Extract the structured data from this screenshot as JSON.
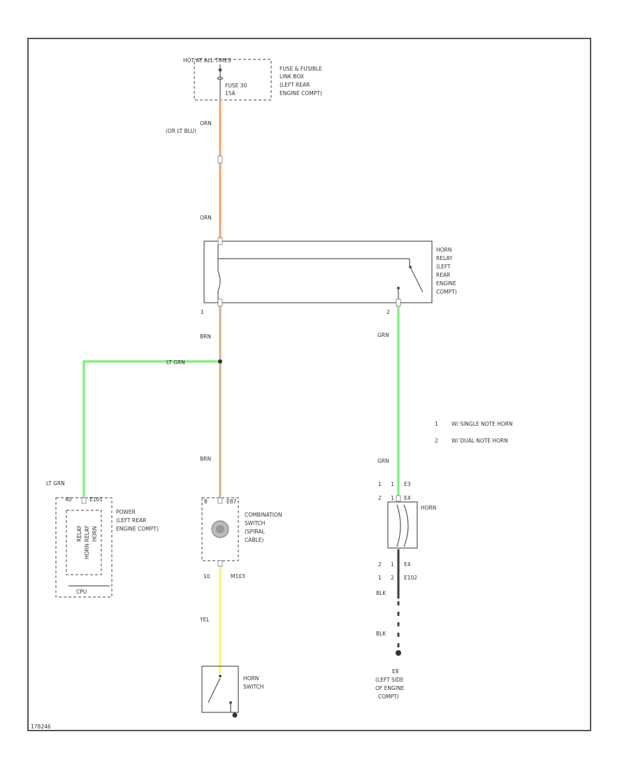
{
  "colors": {
    "orange": "#F4A36B",
    "tan": "#D2B48C",
    "green": "#7CF07C",
    "yellow": "#F8F276",
    "black": "#444444",
    "outline": "#555555"
  },
  "fuse_block": {
    "header": "HOT AT ALL TIMES",
    "fuse": "FUSE 30",
    "amp": "15A",
    "desc": [
      "FUSE & FUSIBLE",
      "LINK BOX",
      "(LEFT REAR",
      "ENGINE COMPT)"
    ]
  },
  "horn_relay": {
    "desc": [
      "HORN",
      "RELAY",
      "(LEFT",
      "REAR",
      "ENGINE",
      "COMPT)"
    ],
    "pin_left": "1",
    "pin_right": "2"
  },
  "wires": {
    "orn_top": "ORN",
    "orn_top_alt": "(OR LT BLU)",
    "orn_mid": "ORN",
    "brn_upper": "BRN",
    "lt_grn_splice": "LT GRN",
    "brn_lower": "BRN",
    "grn_upper": "GRN",
    "grn_lower": "GRN",
    "lt_grn_left": "LT GRN",
    "yel": "YEL",
    "blk_upper": "BLK",
    "blk_lower": "BLK"
  },
  "notes": [
    {
      "num": "1",
      "text": "W/ SINGLE NOTE HORN"
    },
    {
      "num": "2",
      "text": "W/ DUAL NOTE HORN"
    }
  ],
  "power_ecu": {
    "pin": "40",
    "connector": "E101",
    "desc": [
      "POWER",
      "(LEFT REAR",
      "ENGINE COMPT)"
    ],
    "inner_labels": [
      "HORN",
      "HORN RELAY",
      "RELAY"
    ],
    "bottom": "CPU"
  },
  "combination_switch": {
    "pin_left": "8",
    "connector": "E87",
    "desc": [
      "COMBINATION",
      "SWITCH",
      "(SPIRAL",
      "CABLE)"
    ],
    "bottom_pin": "10",
    "bottom_connector": "M103"
  },
  "horn": {
    "row1": [
      "1",
      "1",
      "E3"
    ],
    "row2": [
      "2",
      "1",
      "E4"
    ],
    "label": "HORN",
    "row3": [
      "2",
      "1",
      "E4"
    ],
    "row4": [
      "1",
      "2",
      "E102"
    ]
  },
  "ground": {
    "id": "E8",
    "desc": [
      "(LEFT SIDE",
      "OF ENGINE",
      "COMPT)"
    ]
  },
  "horn_switch": {
    "desc": [
      "HORN",
      "SWITCH"
    ]
  },
  "footer_code": "178246"
}
